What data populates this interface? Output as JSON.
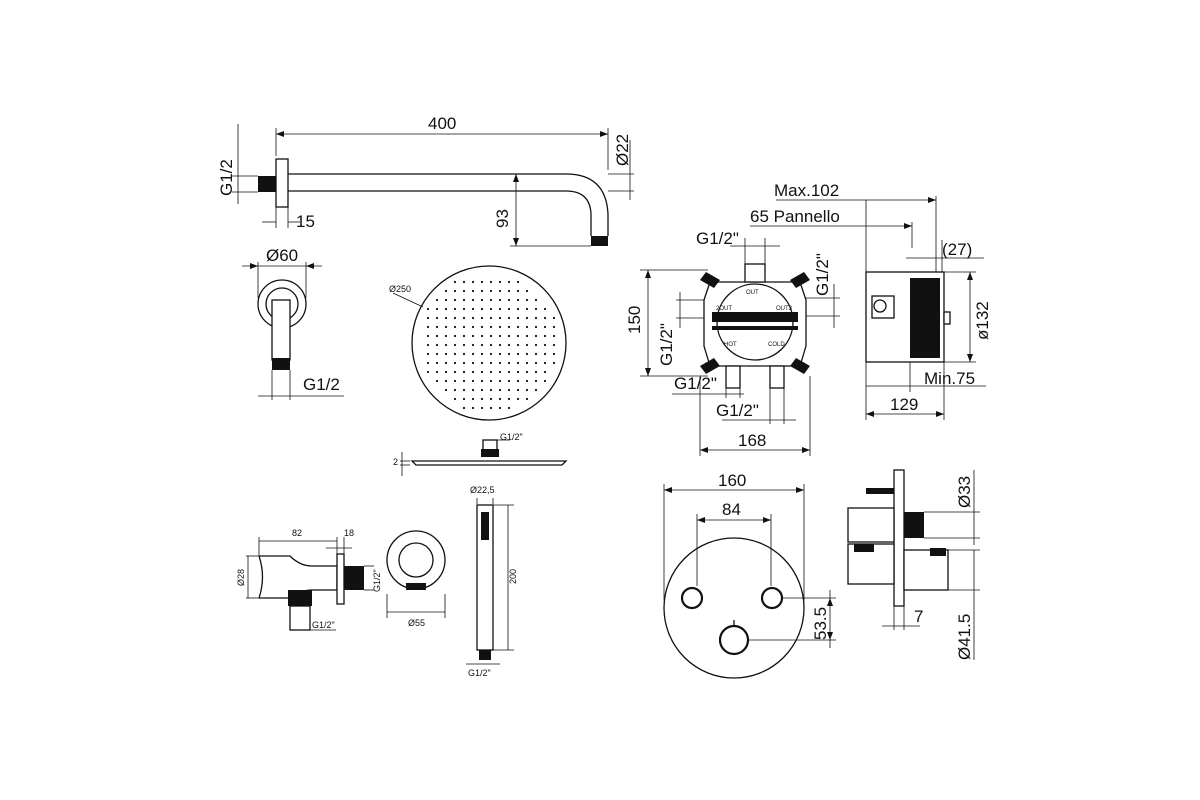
{
  "arm": {
    "length": "400",
    "diameter": "Ø22",
    "thread": "G1/2",
    "flange": "15",
    "drop": "93"
  },
  "flange": {
    "diameter": "Ø60",
    "thread": "G1/2"
  },
  "head": {
    "diameter": "Ø250",
    "thread": "G1/2\"",
    "thickness": "2"
  },
  "valve_box": {
    "top_thread": "G1/2\"",
    "right_thread": "G1/2\"",
    "height": "150",
    "left_thread": "G1/2\"",
    "bottom_thread_1": "G1/2\"",
    "bottom_thread_2": "G1/2\"",
    "width": "168",
    "port_out_1": "OUT",
    "port_out_2": "2OUT",
    "port_out_3": "OUT3",
    "port_hot": "HOT",
    "port_cold": "COLD"
  },
  "valve_side": {
    "max": "Max.102",
    "panel": "65 Pannello",
    "offset": "(27)",
    "diameter": "ø132",
    "min": "Min.75",
    "depth": "129"
  },
  "outlet": {
    "length": "82",
    "flange": "18",
    "diameter": "Ø28",
    "thread_side": "G1/2\"",
    "thread_bottom": "G1/2\"",
    "plate": "Ø55"
  },
  "hand_shower": {
    "diameter": "Ø22,5",
    "length": "200",
    "thread": "G1/2\""
  },
  "trim": {
    "diameter": "160",
    "spacing": "84",
    "handle_offset": "53.5"
  },
  "trim_side": {
    "top": "Ø33",
    "depth": "7",
    "bottom": "Ø41.5"
  }
}
